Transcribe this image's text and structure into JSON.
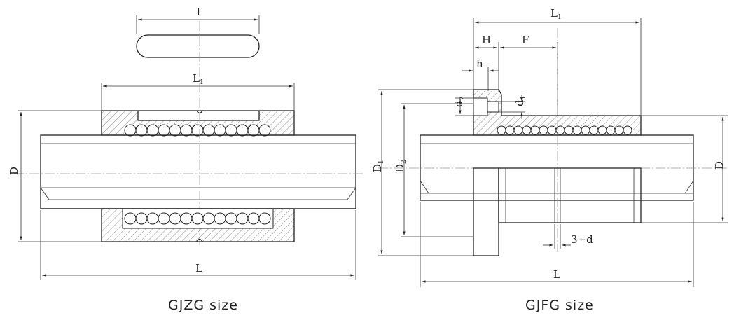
{
  "left_figure": {
    "caption": "GJZG size",
    "labels": {
      "l": "l",
      "L1_main": "L",
      "L1_sub": "1",
      "D": "D",
      "L": "L"
    }
  },
  "right_figure": {
    "caption": "GJFG size",
    "labels": {
      "L1_main": "L",
      "L1_sub": "1",
      "H": "H",
      "F": "F",
      "h": "h",
      "d2_main": "d",
      "d2_sub": "2",
      "d1_main": "d",
      "d1_sub": "1",
      "D1_main": "D",
      "D1_sub": "1",
      "D2_main": "D",
      "D2_sub": "2",
      "D": "D",
      "d3": "3−d",
      "L": "L"
    }
  }
}
